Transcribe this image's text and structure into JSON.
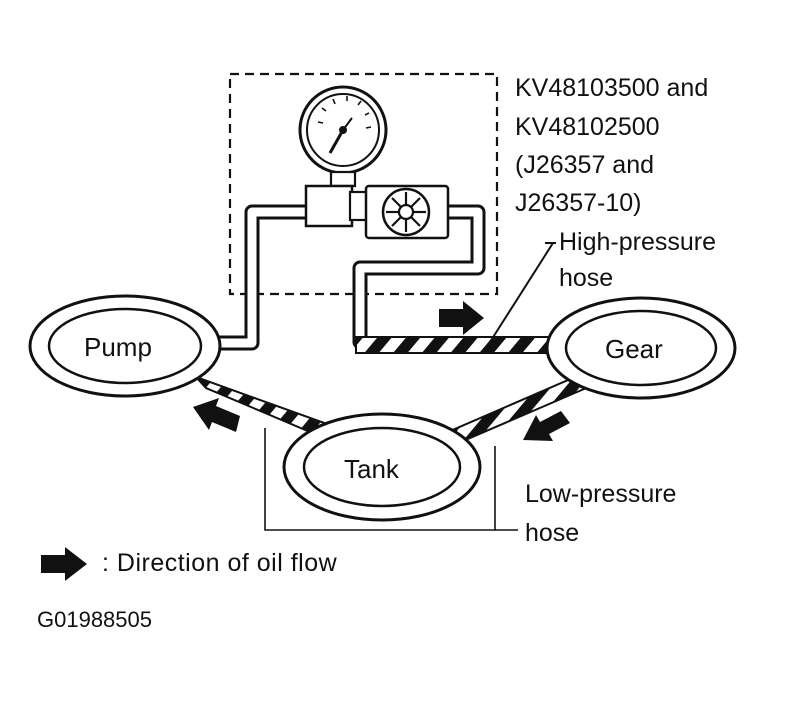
{
  "components": {
    "pump": "Pump",
    "gear": "Gear",
    "tank": "Tank"
  },
  "tool_label": {
    "lines": [
      "KV48103500 and",
      "KV48102500",
      "(J26357 and",
      "J26357-10)"
    ]
  },
  "hoses": {
    "high_pressure": [
      "High-pressure",
      "hose"
    ],
    "low_pressure": [
      "Low-pressure",
      "hose"
    ]
  },
  "legend": {
    "icon": "flow-arrow-icon",
    "text": ": Direction of oil flow"
  },
  "figure_id": "G01988505",
  "colors": {
    "line": "#111111",
    "background": "#ffffff"
  }
}
